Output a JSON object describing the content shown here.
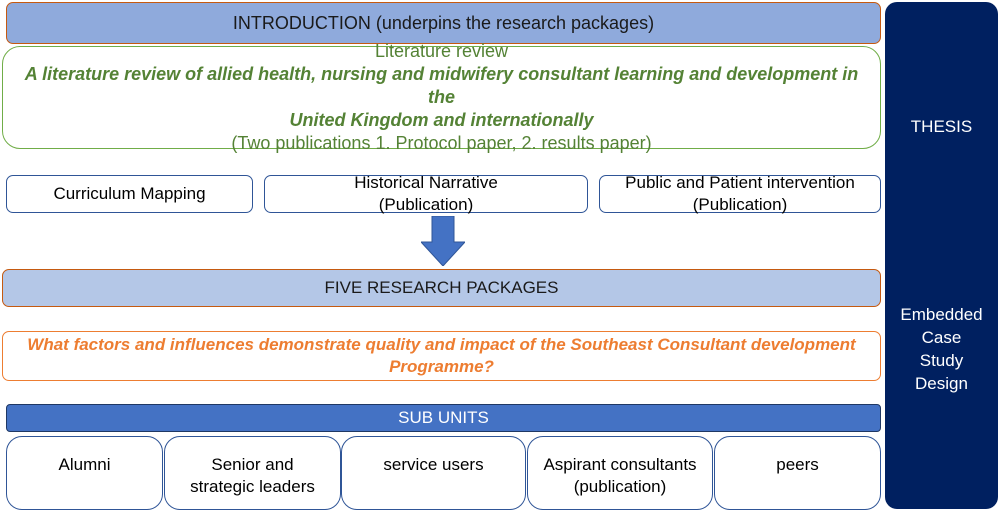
{
  "introduction": {
    "label": "INTRODUCTION (underpins the research packages)"
  },
  "literature_review": {
    "heading": "Literature review",
    "title_line1": "A literature review of allied health, nursing and midwifery consultant learning and development in the",
    "title_line2": "United Kingdom and internationally",
    "note": "(Two publications 1. Protocol paper,   2. results paper)"
  },
  "methods": [
    {
      "line1": "Curriculum Mapping",
      "line2": ""
    },
    {
      "line1": "Historical Narrative",
      "line2": "(Publication)"
    },
    {
      "line1": "Public and Patient intervention",
      "line2": "(Publication)"
    }
  ],
  "research_packages": {
    "label": "FIVE RESEARCH PACKAGES"
  },
  "question": {
    "line1": "What factors and influences demonstrate quality and impact of the Southeast Consultant development",
    "line2": "Programme?"
  },
  "sub_units": {
    "label": "SUB UNITS",
    "items": [
      {
        "line1": "Alumni",
        "line2": ""
      },
      {
        "line1": "Senior and",
        "line2": "strategic leaders"
      },
      {
        "line1": "service users",
        "line2": ""
      },
      {
        "line1": "Aspirant consultants",
        "line2": "(publication)"
      },
      {
        "line1": "peers",
        "line2": ""
      }
    ]
  },
  "sidebar": {
    "thesis": "THESIS",
    "design_lines": [
      "Embedded",
      "Case",
      "Study",
      "Design"
    ]
  },
  "colors": {
    "intro_fill": "#8faadc",
    "packages_fill": "#b4c7e7",
    "literature_text": "#548235",
    "question_text": "#ed7d31",
    "subunits_fill": "#4472c4",
    "sidebar_fill": "#002060",
    "arrow_fill": "#4472c4"
  },
  "icons": {
    "flow_arrow": "down-arrow-icon"
  }
}
